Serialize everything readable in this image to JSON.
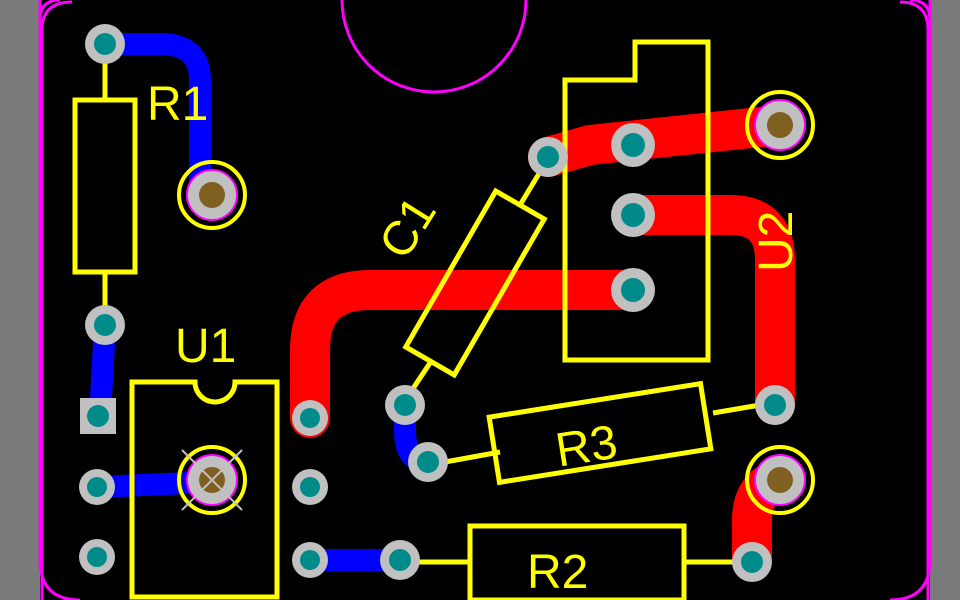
{
  "colors": {
    "background": "#7a7a7a",
    "board": "#000000",
    "board_outline": "#ff00ff",
    "top_copper": "#ff0000",
    "bottom_copper": "#0000ff",
    "silkscreen": "#ffff00",
    "pad_ring": "#c0c0c0",
    "pad_hole": "#008b8b",
    "mounting_hole": "#806020"
  },
  "designators": {
    "r1": "R1",
    "r2": "R2",
    "r3": "R3",
    "c1": "C1",
    "u1": "U1",
    "u2": "U2"
  }
}
